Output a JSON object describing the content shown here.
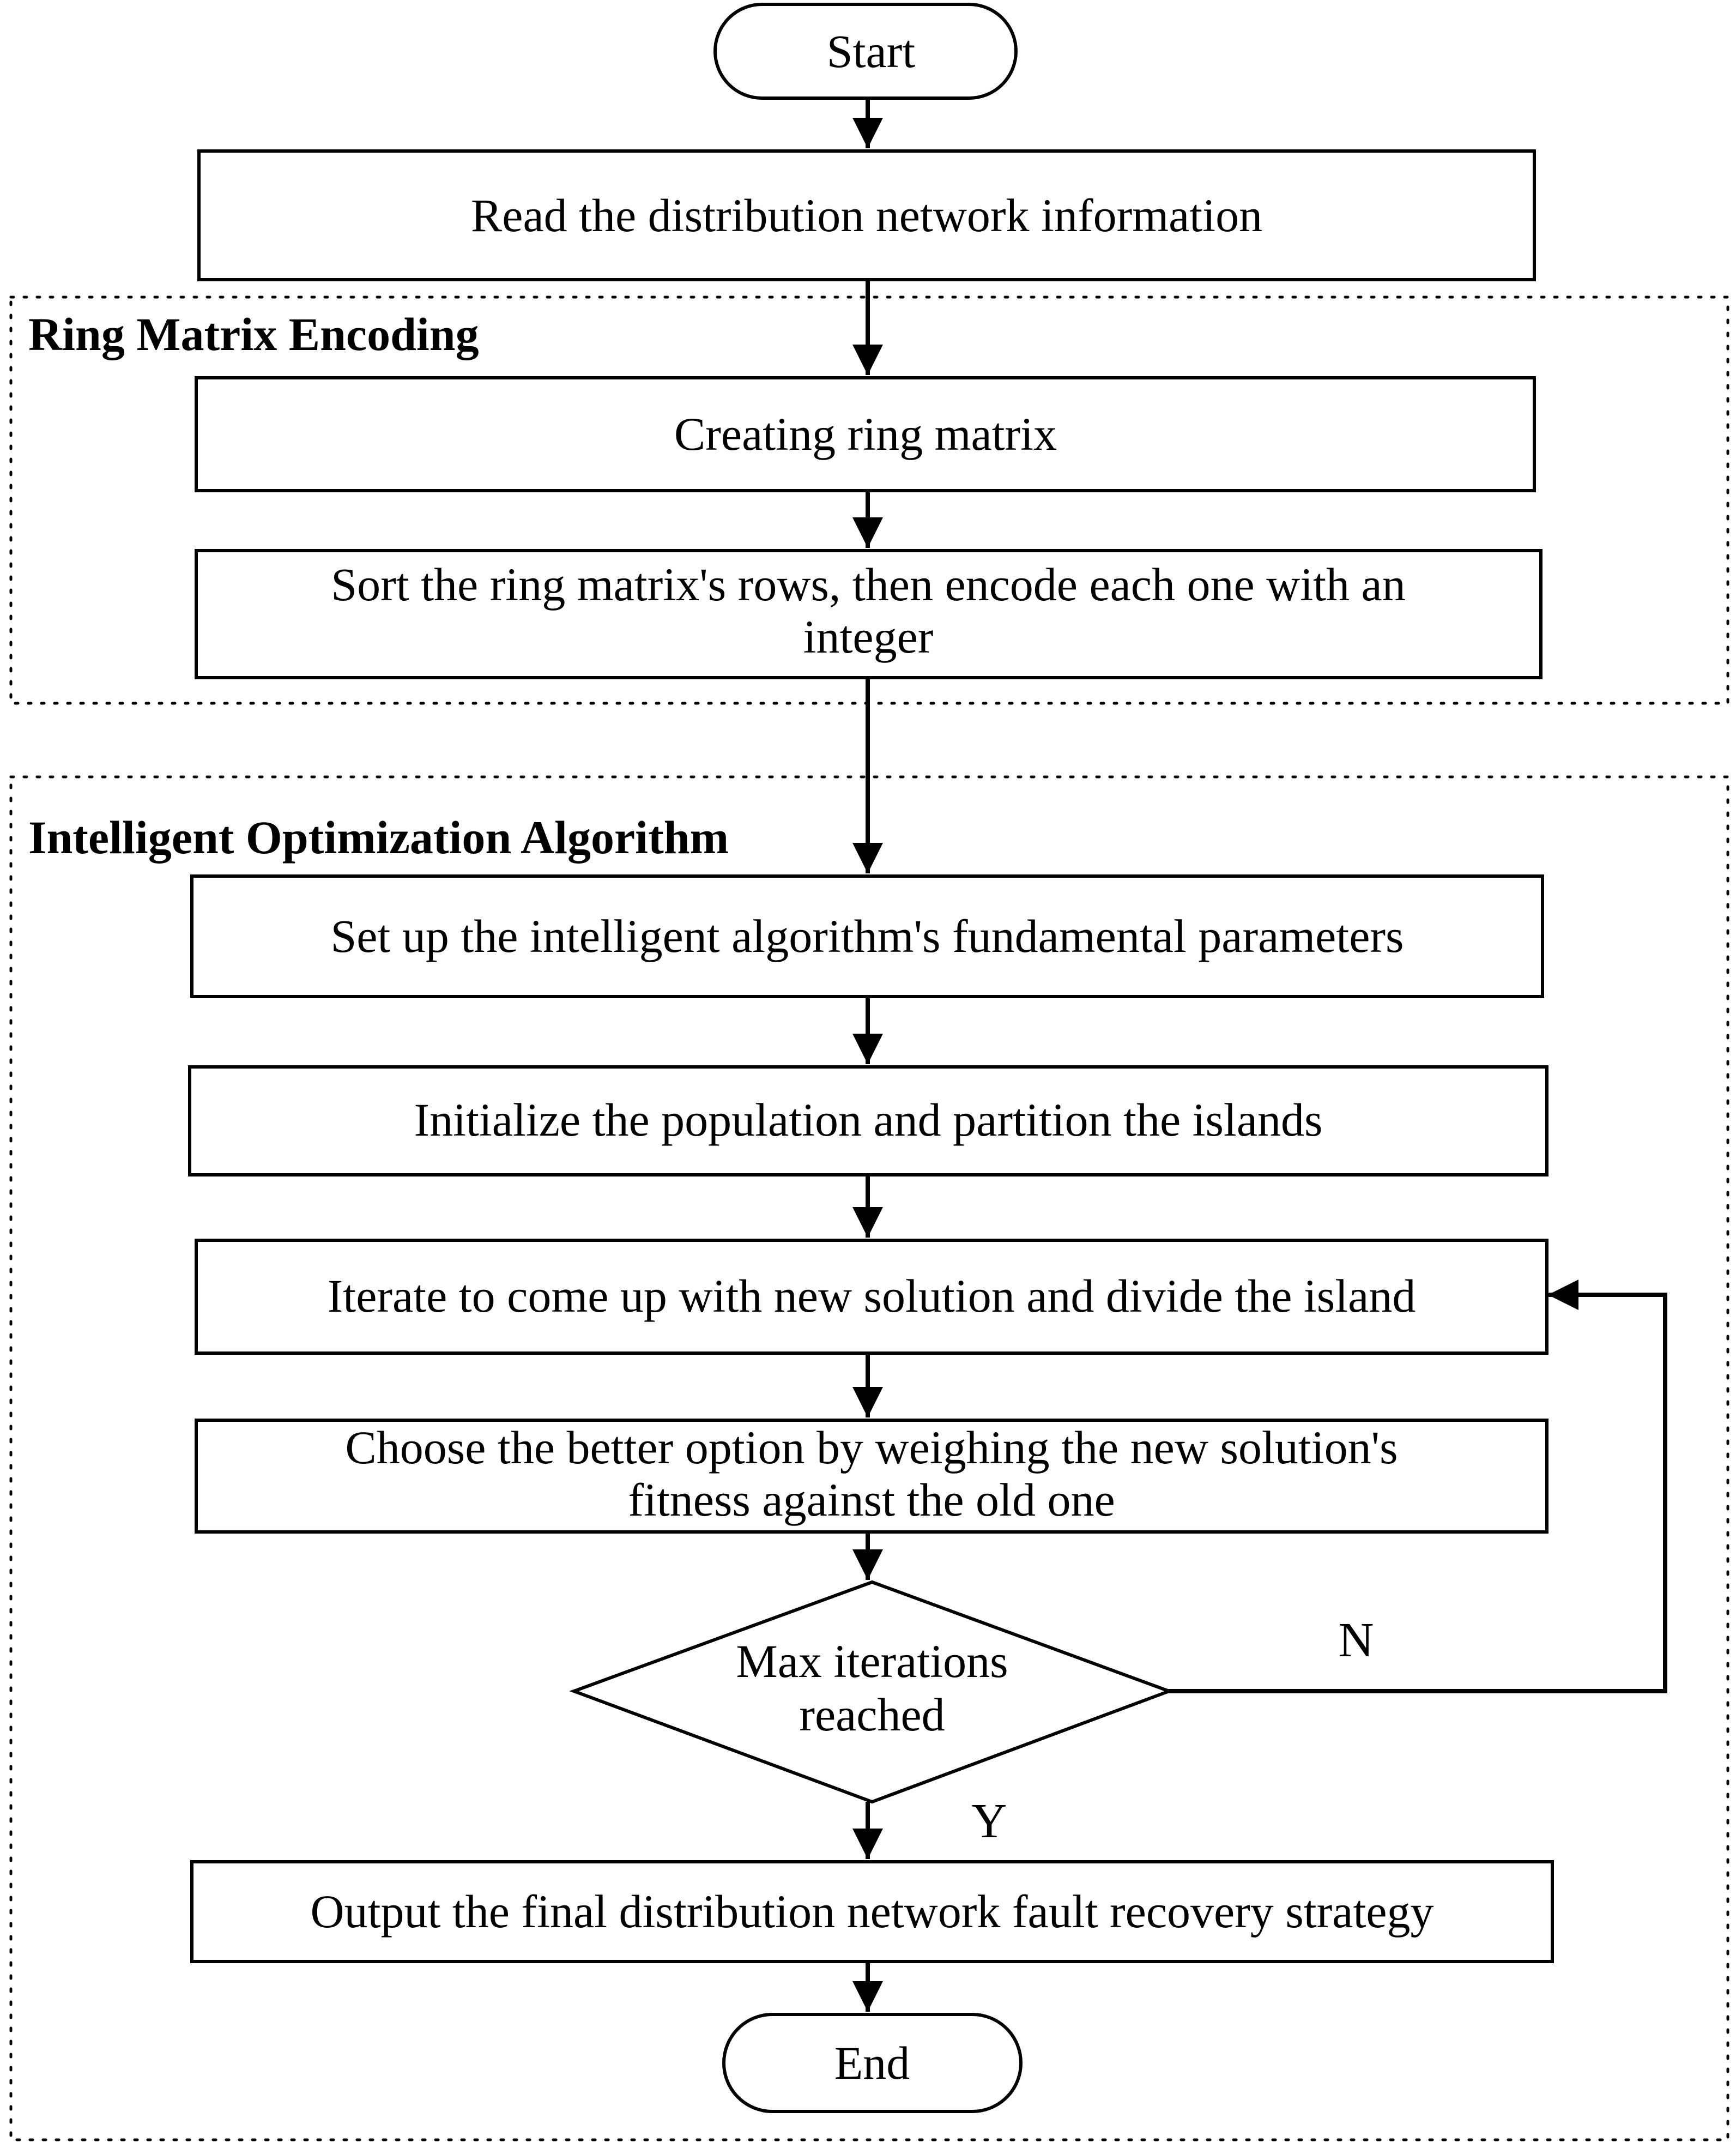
{
  "groups": {
    "ring_matrix": {
      "label": "Ring Matrix Encoding"
    },
    "optimization": {
      "label": "Intelligent Optimization Algorithm"
    }
  },
  "nodes": {
    "start": {
      "label": "Start"
    },
    "read_info": {
      "label": "Read the distribution network information"
    },
    "create_matrix": {
      "label": "Creating ring matrix"
    },
    "sort_rows": {
      "line1": "Sort the ring matrix's rows, then encode each one with an",
      "line2": "integer"
    },
    "setup_params": {
      "label": "Set up the intelligent algorithm's fundamental parameters"
    },
    "init_population": {
      "label": "Initialize the population and partition the islands"
    },
    "iterate": {
      "label": "Iterate to come up with new solution and divide the island"
    },
    "choose_better": {
      "line1": "Choose the better option by weighing the new solution's",
      "line2": "fitness against the old one"
    },
    "max_iter": {
      "line1": "Max iterations",
      "line2": "reached"
    },
    "output": {
      "label": "Output the final distribution network fault recovery strategy"
    },
    "end": {
      "label": "End"
    }
  },
  "edge_labels": {
    "no": "N",
    "yes": "Y"
  }
}
